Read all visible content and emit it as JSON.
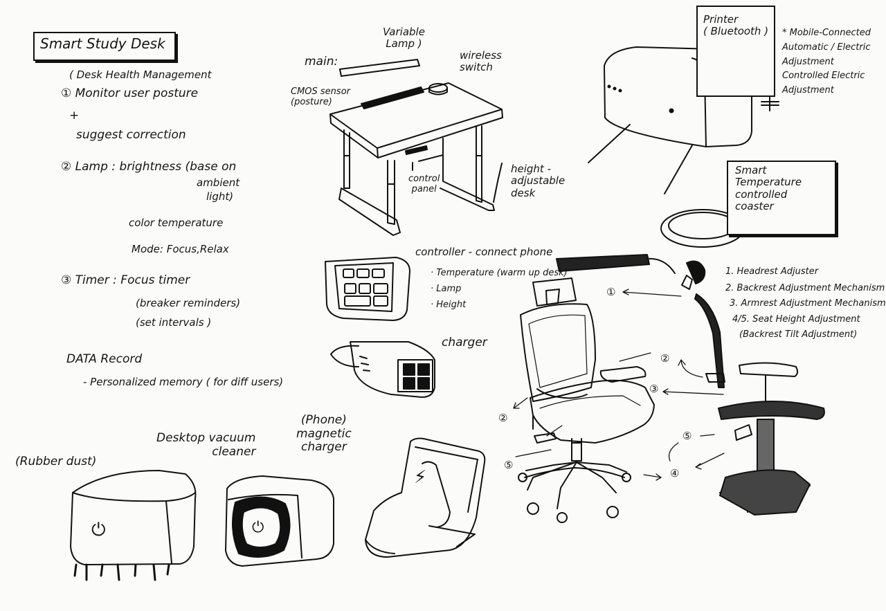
{
  "title": "Smart Study Desk",
  "features": {
    "f1_sub": "( Desk Health Management",
    "f1_a": "① Monitor user posture",
    "f1_plus": "+",
    "f1_b": "suggest correction",
    "f2_a": "② Lamp : brightness (base on",
    "f2_b": "ambient",
    "f2_c": "light)",
    "f2_d": "color temperature",
    "f2_e": "Mode: Focus,Relax",
    "f3_a": "③ Timer : Focus timer",
    "f3_b": "(breaker reminders)",
    "f3_c": "(set intervals )",
    "data_title": "DATA Record",
    "data_a": "- Personalized memory ( for diff users)"
  },
  "desk": {
    "main": "main:",
    "variable_lamp": "Variable\nLamp )",
    "wireless_switch": "wireless\nswitch",
    "cmos": "CMOS sensor\n(posture)",
    "control_panel": "control\npanel",
    "height": "height -\nadjustable\ndesk"
  },
  "controller": {
    "title": "controller - connect phone",
    "items": [
      "· Temperature (warm up desk)",
      "· Lamp",
      "· Height"
    ]
  },
  "charger": "charger",
  "printer": {
    "label": "Printer\n( Bluetooth )",
    "note": "* Mobile-Connected\nAutomatic / Electric\nAdjustment\nControlled Electric\nAdjustment"
  },
  "coaster": "Smart\nTemperature\ncontrolled\ncoaster",
  "chair": {
    "legend": [
      "1. Headrest Adjuster",
      "2. Backrest Adjustment Mechanism",
      "3. Armrest Adjustment Mechanism",
      "4/5. Seat Height Adjustment",
      "(Backrest Tilt Adjustment)"
    ],
    "markers": [
      "①",
      "②",
      "③",
      "②",
      "⑤",
      "⑤",
      "④"
    ]
  },
  "bottom": {
    "rubber": "(Rubber dust)",
    "vacuum": "Desktop vacuum\ncleaner",
    "phone": "(Phone)\nmagnetic\ncharger"
  }
}
